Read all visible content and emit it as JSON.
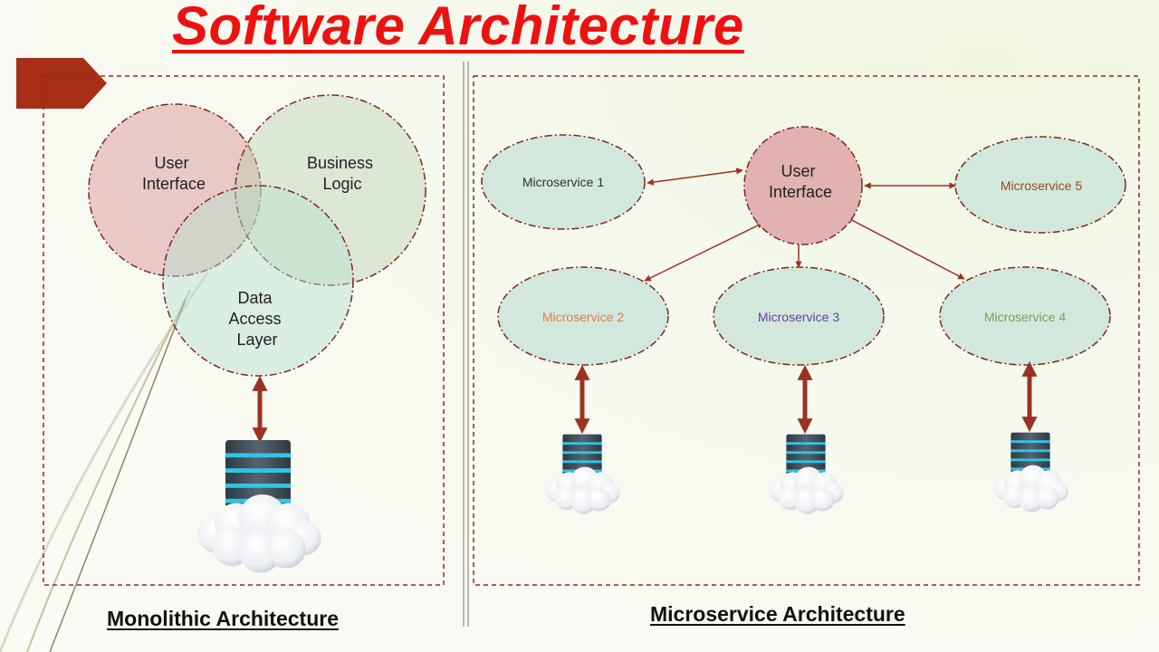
{
  "title": "Software Architecture",
  "monolith": {
    "caption": "Monolithic Architecture",
    "circles": [
      {
        "lines": [
          "User",
          "Interface"
        ],
        "fill": "#d78f92",
        "opacity": 0.45
      },
      {
        "lines": [
          "Business",
          "Logic"
        ],
        "fill": "#b8d0ad",
        "opacity": 0.42
      },
      {
        "lines": [
          "Data",
          "Access",
          "Layer"
        ],
        "fill": "#b6dfd0",
        "opacity": 0.45
      }
    ]
  },
  "microservice": {
    "caption": "Microservice Architecture",
    "hub": {
      "lines": [
        "User",
        "Interface"
      ]
    },
    "services": [
      {
        "label": "Microservice 1",
        "color": "#333333"
      },
      {
        "label": "Microservice 5",
        "color": "#9a4a20"
      },
      {
        "label": "Microservice 2",
        "color": "#e07a50"
      },
      {
        "label": "Microservice 3",
        "color": "#6a3ab0"
      },
      {
        "label": "Microservice 4",
        "color": "#7aa05a"
      }
    ]
  },
  "colors": {
    "title": "#ee1111",
    "border": "#8a2e1a",
    "arrow": "#9b3322",
    "ellipse_fill": "#d3e8dc",
    "hub_fill": "#e2b1b2",
    "db_body": "#3e4a55",
    "db_band": "#2ec5e6",
    "tab": "#a82f17"
  },
  "icons": [
    "database-server-icon",
    "cloud-icon",
    "double-arrow-icon"
  ]
}
